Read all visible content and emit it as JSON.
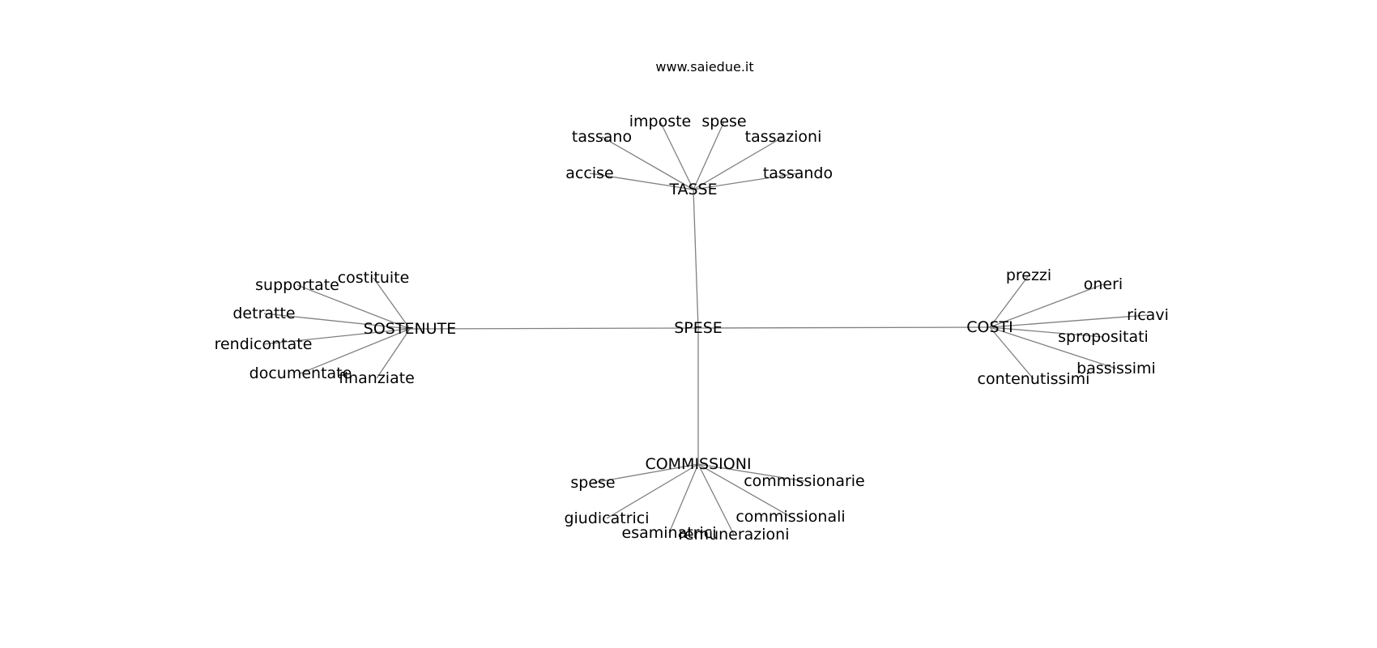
{
  "header": {
    "site": "www.saiedue.it"
  },
  "graph": {
    "edge_color": "#808080",
    "text_color": "#000000",
    "root": "SPESE",
    "clusters": [
      {
        "hub": "TASSE",
        "leaves": [
          "accise",
          "tassano",
          "imposte",
          "spese",
          "tassazioni",
          "tassando"
        ]
      },
      {
        "hub": "SOSTENUTE",
        "leaves": [
          "supportate",
          "costituite",
          "detratte",
          "rendicontate",
          "documentate",
          "finanziate"
        ]
      },
      {
        "hub": "COSTI",
        "leaves": [
          "prezzi",
          "oneri",
          "ricavi",
          "spropositati",
          "bassissimi",
          "contenutissimi"
        ]
      },
      {
        "hub": "COMMISSIONI",
        "leaves": [
          "spese",
          "giudicatrici",
          "esaminatrici",
          "remunerazioni",
          "commissionali",
          "commissionarie"
        ]
      }
    ]
  }
}
